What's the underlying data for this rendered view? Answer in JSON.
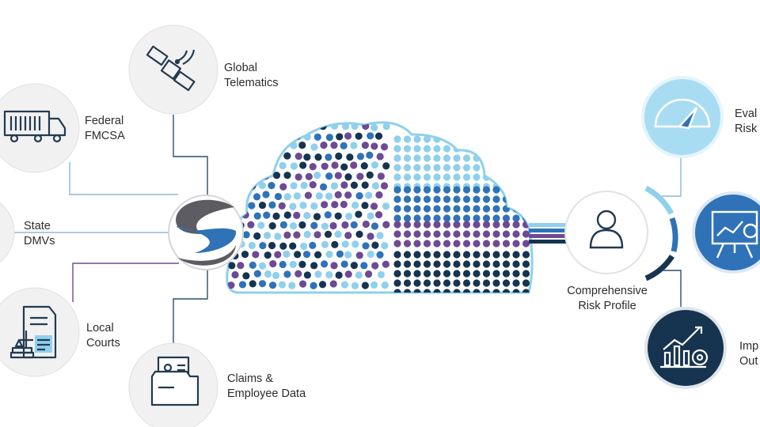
{
  "sources": [
    {
      "id": "telematics",
      "line1": "Global",
      "line2": "Telematics",
      "icon": "satellite-icon"
    },
    {
      "id": "fmcsa",
      "line1": "Federal",
      "line2": "FMCSA",
      "icon": "truck-icon"
    },
    {
      "id": "dmv",
      "line1": "State",
      "line2": "DMVs",
      "icon": "dmv-icon"
    },
    {
      "id": "courts",
      "line1": "Local",
      "line2": "Courts",
      "icon": "courthouse-scales-icon"
    },
    {
      "id": "claims",
      "line1": "Claims &",
      "line2": "Employee Data",
      "icon": "folder-id-icon"
    }
  ],
  "hub": {
    "icon": "s-logo-icon"
  },
  "profile": {
    "line1": "Comprehensive",
    "line2": "Risk Profile",
    "icon": "person-icon"
  },
  "outputs": [
    {
      "id": "evaluate",
      "line1": "Eval",
      "line2": "Risk",
      "icon": "gauge-icon"
    },
    {
      "id": "analytics",
      "line1": "",
      "line2": "",
      "icon": "presentation-board-icon"
    },
    {
      "id": "improve",
      "line1": "Imp",
      "line2": "Out",
      "icon": "chart-gear-icon"
    }
  ],
  "colors": {
    "light_blue": "#8fd0ec",
    "mid_blue": "#2f72b8",
    "navy": "#16344f",
    "purple": "#6d4a93",
    "connector_blue": "#8fb8d8",
    "connector_purple": "#6d4a93",
    "text": "#2c2c2c"
  }
}
